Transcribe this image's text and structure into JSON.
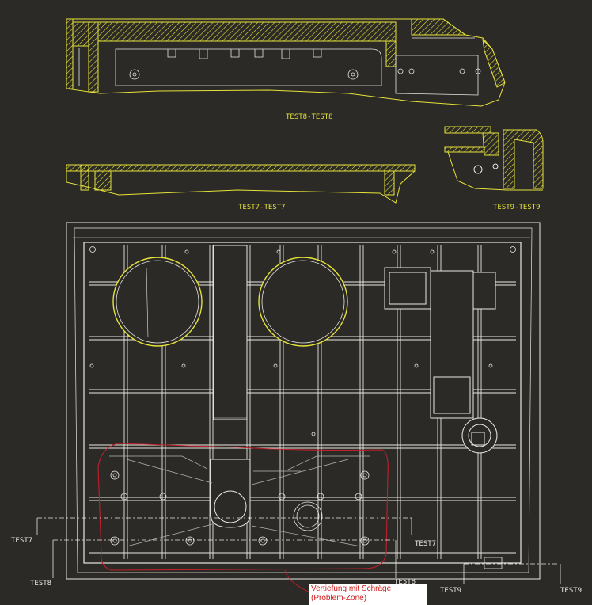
{
  "colors": {
    "background": "#2b2a26",
    "section_yellow": "#e6e23a",
    "drawing_white": "#e8e8e2",
    "highlight_red": "#c0202a",
    "note_text": "#d21c1c",
    "note_background": "#ffffff"
  },
  "sections": {
    "top": "TEST8-TEST8",
    "middle": "TEST7-TEST7",
    "right": "TEST9-TEST9"
  },
  "cut_markers": {
    "test7_left": "TEST7",
    "test7_right": "TEST7",
    "test8_left": "TEST8",
    "test8_right": "TEST8",
    "test9_left": "TEST9",
    "test9_right": "TEST9"
  },
  "note": {
    "line1": "Vertiefung mit Schräge",
    "line2": "(Problem-Zone)"
  }
}
